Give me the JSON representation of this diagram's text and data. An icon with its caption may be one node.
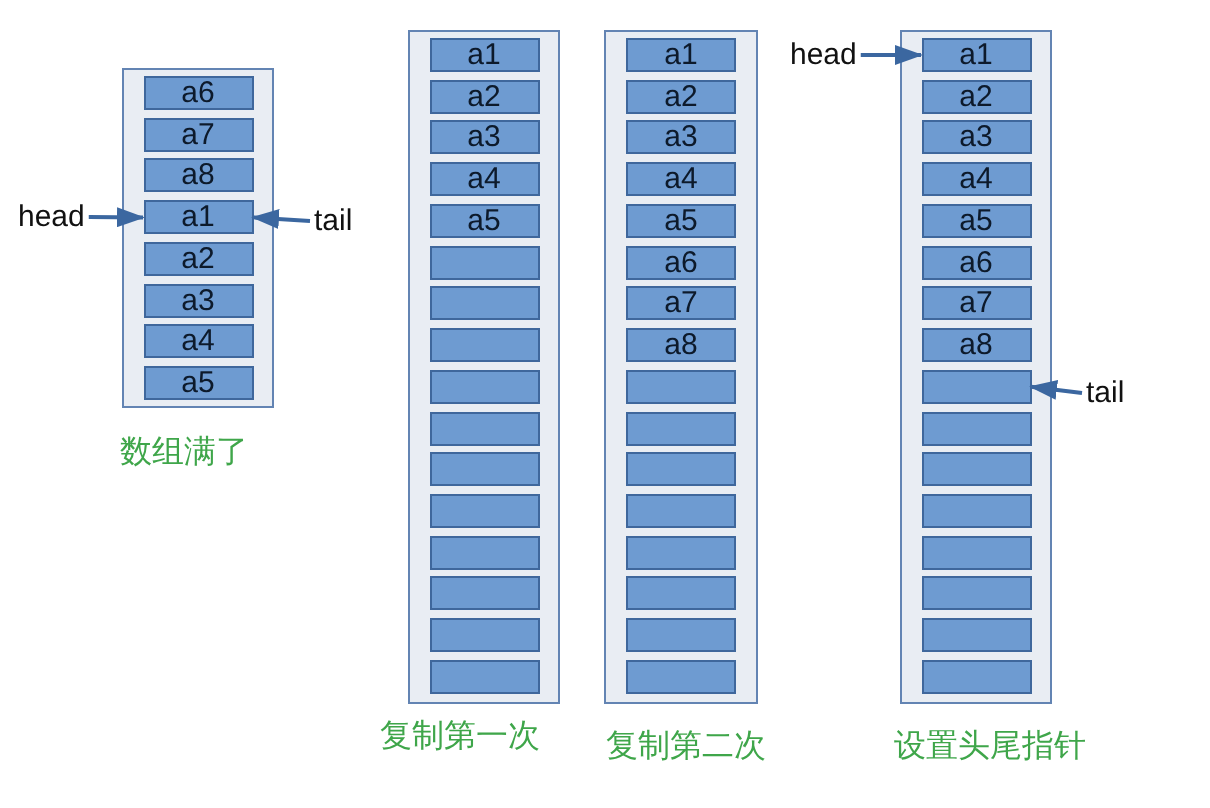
{
  "diagram": {
    "nodes": [
      {
        "text": [],
        "shape": "box",
        "beside": [
          "数组满了"
        ]
      },
      {
        "text": [
          "a6"
        ],
        "in": 0
      },
      {
        "text": [
          "a7"
        ],
        "in": 0
      },
      {
        "text": [
          "a8"
        ],
        "in": 0
      },
      {
        "text": [
          "a1"
        ],
        "in": 0
      },
      {
        "text": [
          "a2"
        ],
        "in": 0
      },
      {
        "text": [
          "a3"
        ],
        "in": 0
      },
      {
        "text": [
          "a4"
        ],
        "in": 0
      },
      {
        "text": [
          "a5"
        ],
        "in": 0
      },
      {
        "text": [
          "head"
        ]
      },
      {
        "text": [
          "tail"
        ]
      },
      {
        "text": [],
        "shape": "box",
        "beside": [
          "复制第一次"
        ]
      },
      {
        "text": [
          "a1"
        ],
        "in": 11
      },
      {
        "text": [
          "a2"
        ],
        "in": 11
      },
      {
        "text": [
          "a3"
        ],
        "in": 11
      },
      {
        "text": [
          "a4"
        ],
        "in": 11
      },
      {
        "text": [
          "a5"
        ],
        "in": 11
      },
      {
        "text": [],
        "shape": "box",
        "in": 11
      },
      {
        "text": [],
        "shape": "box",
        "in": 11
      },
      {
        "text": [],
        "shape": "box",
        "in": 11
      },
      {
        "text": [],
        "shape": "box",
        "in": 11
      },
      {
        "text": [],
        "shape": "box",
        "in": 11
      },
      {
        "text": [],
        "shape": "box",
        "in": 11
      },
      {
        "text": [],
        "shape": "box",
        "in": 11
      },
      {
        "text": [],
        "shape": "box",
        "in": 11
      },
      {
        "text": [],
        "shape": "box",
        "in": 11
      },
      {
        "text": [],
        "shape": "box",
        "in": 11
      },
      {
        "text": [],
        "shape": "box",
        "in": 11
      },
      {
        "text": [],
        "shape": "box",
        "beside": [
          "复制第二次"
        ]
      },
      {
        "text": [
          "a1"
        ],
        "in": 28
      },
      {
        "text": [
          "a2"
        ],
        "in": 28
      },
      {
        "text": [
          "a3"
        ],
        "in": 28
      },
      {
        "text": [
          "a4"
        ],
        "in": 28
      },
      {
        "text": [
          "a5"
        ],
        "in": 28
      },
      {
        "text": [
          "a6"
        ],
        "in": 28
      },
      {
        "text": [
          "a7"
        ],
        "in": 28
      },
      {
        "text": [
          "a8"
        ],
        "in": 28
      },
      {
        "text": [],
        "shape": "box",
        "in": 28
      },
      {
        "text": [],
        "shape": "box",
        "in": 28
      },
      {
        "text": [],
        "shape": "box",
        "in": 28
      },
      {
        "text": [],
        "shape": "box",
        "in": 28
      },
      {
        "text": [],
        "shape": "box",
        "in": 28
      },
      {
        "text": [],
        "shape": "box",
        "in": 28
      },
      {
        "text": [],
        "shape": "box",
        "in": 28
      },
      {
        "text": [],
        "shape": "box",
        "in": 28
      },
      {
        "text": [
          "head"
        ]
      },
      {
        "text": [],
        "shape": "box",
        "beside": [
          "设置头尾指针"
        ]
      },
      {
        "text": [
          "a1"
        ],
        "in": 46
      },
      {
        "text": [
          "a2"
        ],
        "in": 46
      },
      {
        "text": [
          "a3"
        ],
        "in": 46
      },
      {
        "text": [
          "a4"
        ],
        "in": 46
      },
      {
        "text": [
          "a5"
        ],
        "in": 46
      },
      {
        "text": [
          "a6"
        ],
        "in": 46
      },
      {
        "text": [
          "a7"
        ],
        "in": 46
      },
      {
        "text": [
          "a8"
        ],
        "in": 46
      },
      {
        "text": [],
        "shape": "box",
        "in": 46
      },
      {
        "text": [],
        "shape": "box",
        "in": 46
      },
      {
        "text": [],
        "shape": "box",
        "in": 46
      },
      {
        "text": [],
        "shape": "box",
        "in": 46
      },
      {
        "text": [],
        "shape": "box",
        "in": 46
      },
      {
        "text": [],
        "shape": "box",
        "in": 46
      },
      {
        "text": [],
        "shape": "box",
        "in": 46
      },
      {
        "text": [],
        "shape": "box",
        "in": 46
      },
      {
        "text": [
          "tail"
        ]
      }
    ],
    "edges": [
      {
        "from": 9,
        "to": 4,
        "arrow": "to"
      },
      {
        "from": 10,
        "to": 4,
        "arrow": "to"
      },
      {
        "from": 45,
        "to": 47,
        "arrow": "to"
      },
      {
        "from": 63,
        "to": 55,
        "arrow": "to"
      }
    ]
  }
}
